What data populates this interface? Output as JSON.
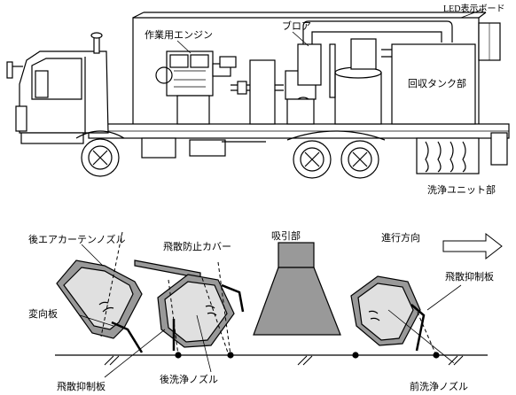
{
  "top_figure": {
    "led_board": "LED表示ボード",
    "engine": "作業用エンジン",
    "blower": "ブロア",
    "tank": "回収タンク部",
    "wash_unit": "洗浄ユニット部"
  },
  "bottom_figure": {
    "rear_air_curtain_nozzle": "後エアカーテンノズル",
    "anti_scatter_cover": "飛散防止カバー",
    "suction": "吸引部",
    "direction": "進行方向",
    "anti_scatter_plate_right": "飛散抑制板",
    "deflector": "変向板",
    "anti_scatter_plate_bottom": "飛散抑制板",
    "rear_wash_nozzle": "後洗浄ノズル",
    "front_wash_nozzle": "前洗浄ノズル"
  }
}
